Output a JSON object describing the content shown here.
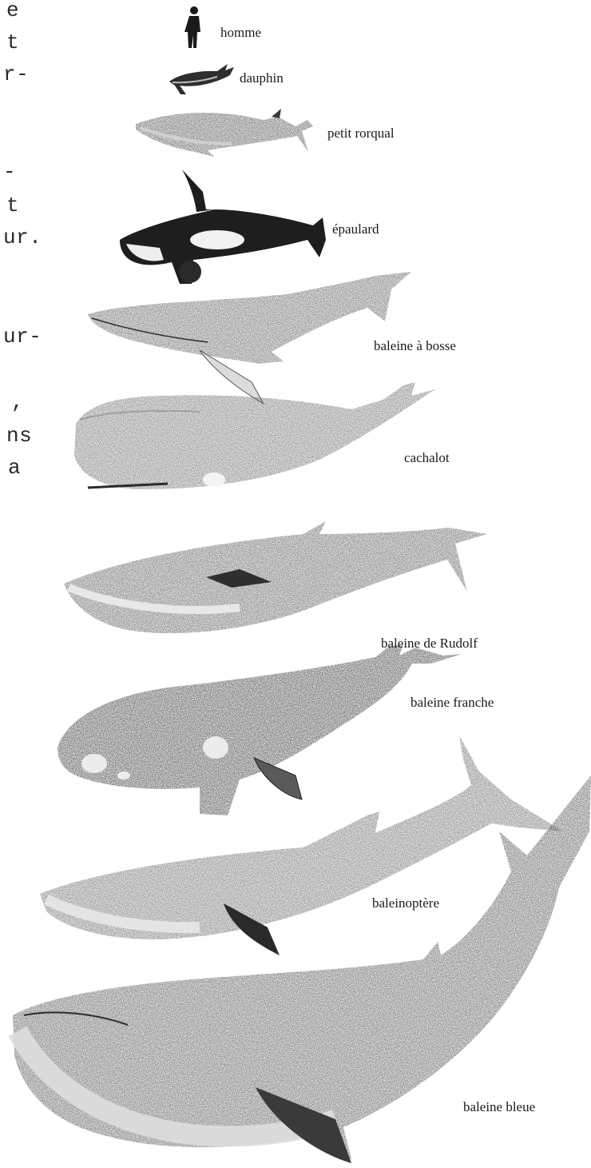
{
  "left_text_fragments": [
    "e",
    "t",
    "r-",
    "-",
    "t",
    "ur.",
    "ur-",
    ",",
    "ns",
    "a"
  ],
  "animals": [
    {
      "key": "homme",
      "label": "homme"
    },
    {
      "key": "dauphin",
      "label": "dauphin"
    },
    {
      "key": "petit-rorqual",
      "label": "petit rorqual"
    },
    {
      "key": "epaulard",
      "label": "épaulard"
    },
    {
      "key": "baleine-a-bosse",
      "label": "baleine à bosse"
    },
    {
      "key": "cachalot",
      "label": "cachalot"
    },
    {
      "key": "baleine-de-rudolf",
      "label": "baleine de Rudolf"
    },
    {
      "key": "baleine-franche",
      "label": "baleine franche"
    },
    {
      "key": "baleinoptere",
      "label": "baleinoptère"
    },
    {
      "key": "baleine-bleue",
      "label": "baleine bleue"
    }
  ],
  "colors": {
    "ink": "#1a1a1a",
    "dark": "#3a3a3a",
    "mid": "#6a6a6a",
    "light": "#d8d8d8",
    "paper": "#ffffff"
  }
}
